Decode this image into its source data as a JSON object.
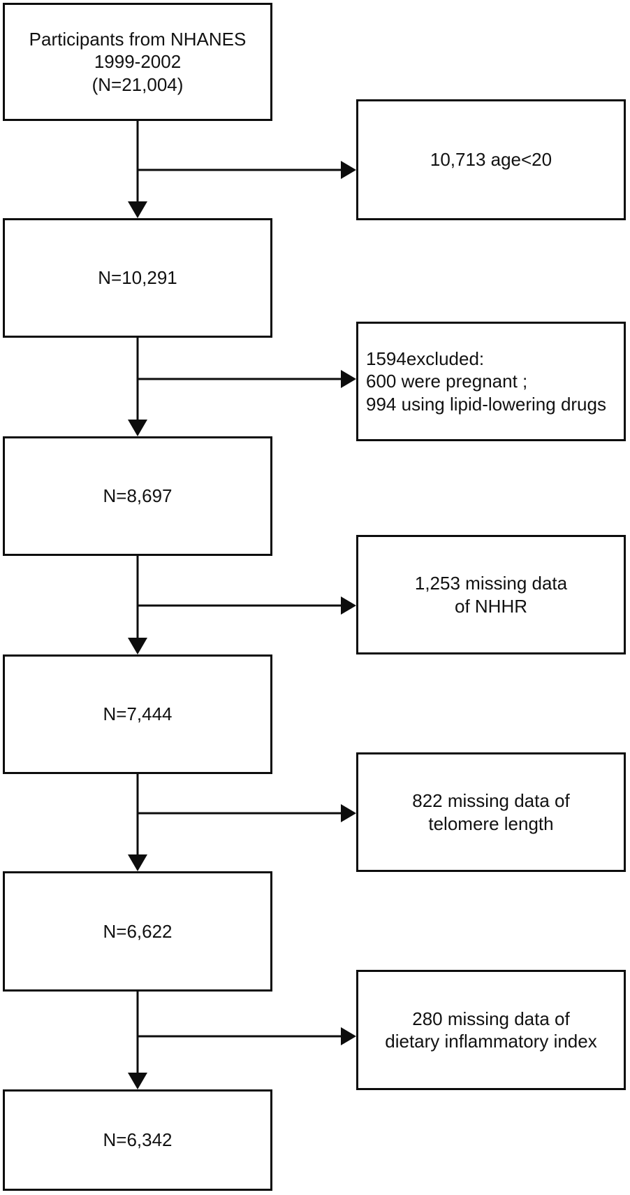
{
  "diagram": {
    "title": "Participant selection flowchart",
    "background_color": "#ffffff",
    "line_color": "#0d0d0d",
    "main_flow": [
      {
        "lines": [
          "Participants from NHANES",
          "1999-2002",
          "(N=21,004)"
        ]
      },
      {
        "lines": [
          "N=10,291"
        ]
      },
      {
        "lines": [
          "N=8,697"
        ]
      },
      {
        "lines": [
          "N=7,444"
        ]
      },
      {
        "lines": [
          "N=6,622"
        ]
      },
      {
        "lines": [
          "N=6,342"
        ]
      }
    ],
    "exclusions": [
      {
        "align": "center",
        "lines": [
          "10,713 age<20"
        ]
      },
      {
        "align": "left",
        "lines": [
          "1594excluded:",
          "600 were pregnant ;",
          "994 using lipid-lowering drugs"
        ]
      },
      {
        "align": "center",
        "lines": [
          "1,253 missing data",
          "of NHHR"
        ]
      },
      {
        "align": "center",
        "lines": [
          "822 missing data of",
          "telomere length"
        ]
      },
      {
        "align": "center",
        "lines": [
          "280 missing data of",
          "dietary inflammatory index"
        ]
      }
    ]
  }
}
